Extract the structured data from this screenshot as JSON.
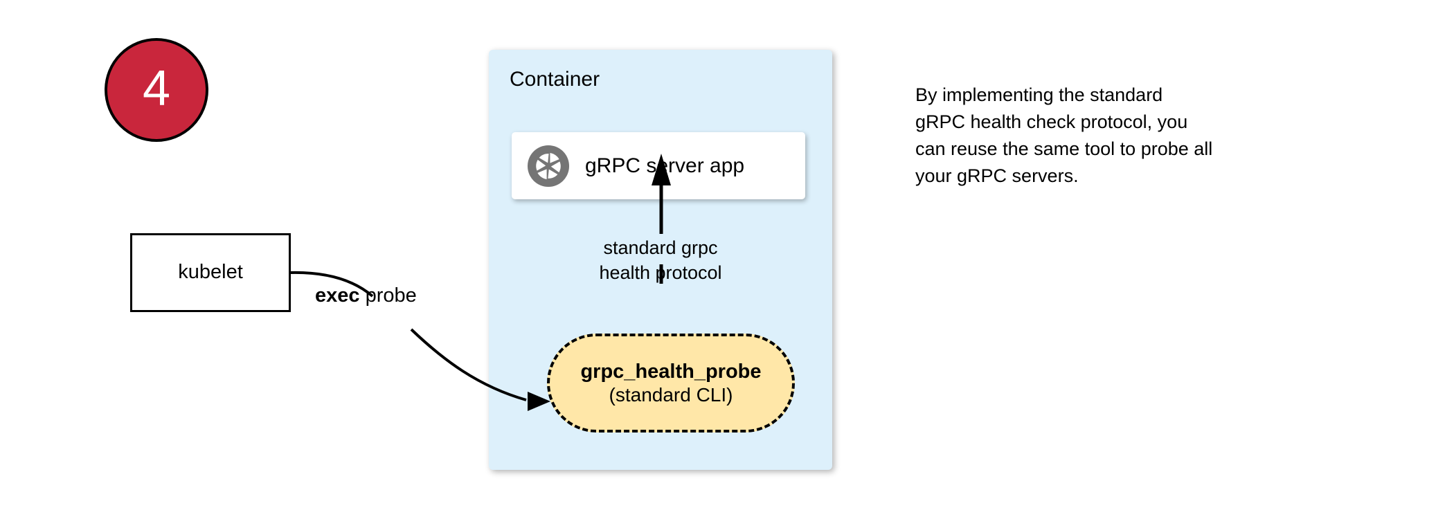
{
  "step": {
    "number": "4",
    "fill_color": "#c9263c",
    "border_color": "#000000",
    "text_color": "#ffffff"
  },
  "kubelet": {
    "label": "kubelet"
  },
  "edges": {
    "exec_probe": {
      "bold_text": "exec",
      "rest_text": " probe"
    },
    "health_protocol": {
      "line1": "standard grpc",
      "line2": "health protocol"
    }
  },
  "container": {
    "title": "Container",
    "fill_color": "#ddf0fb",
    "server_app": {
      "label": "gRPC server app",
      "icon": "grpc-aperture-icon",
      "icon_color": "#757575"
    },
    "health_probe": {
      "title": "grpc_health_probe",
      "subtitle": "(standard CLI)",
      "fill_color": "#ffe7a8",
      "border_style": "dashed"
    }
  },
  "caption": {
    "lines": [
      "By implementing the standard",
      "gRPC health check protocol, you",
      "can reuse the same tool to probe all",
      "your gRPC servers."
    ],
    "line1": "By implementing the standard",
    "line2": "gRPC health check protocol, you",
    "line3": "can reuse the same tool to probe all",
    "line4": "your gRPC servers."
  }
}
